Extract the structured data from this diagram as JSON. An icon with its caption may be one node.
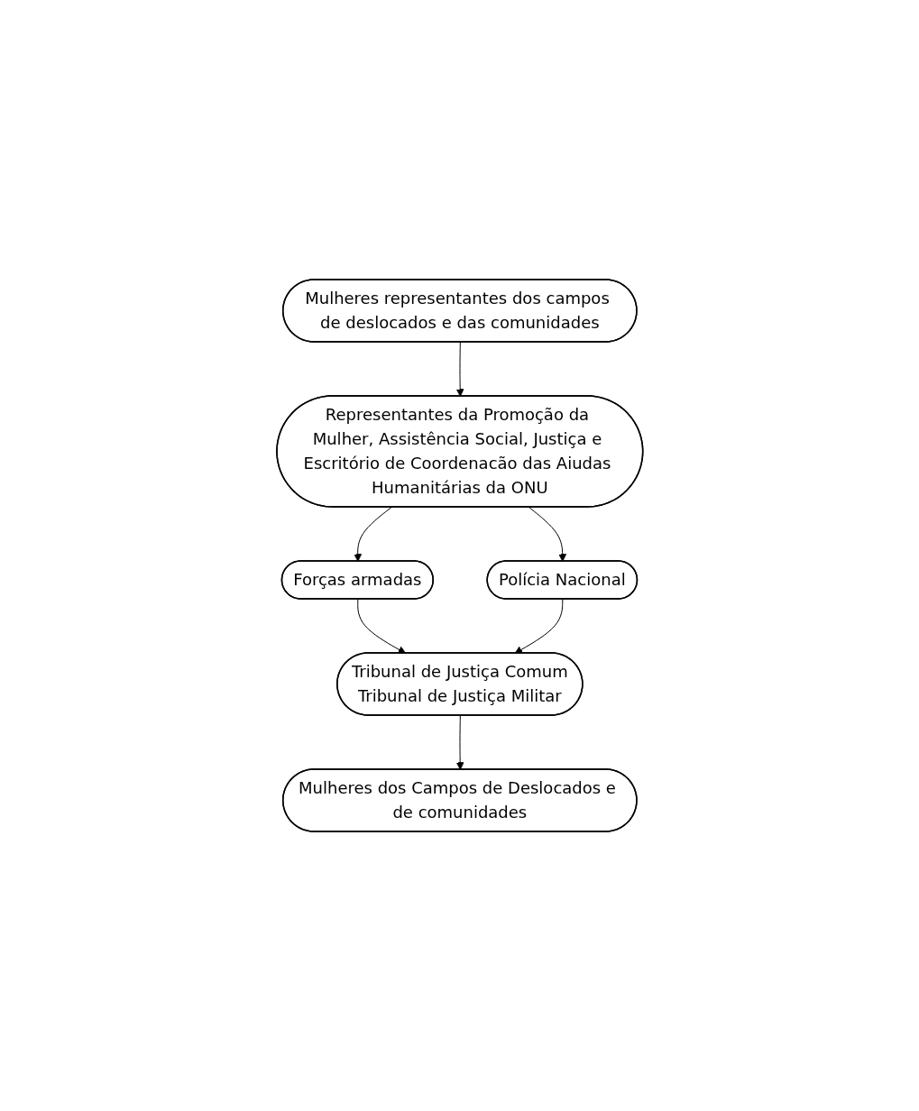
{
  "diagram": {
    "nodes": [
      {
        "text": [
          "Mulheres representantes dos campos de deslocados e das comunidades"
        ]
      },
      {
        "text": [
          "Representantes da Promoção da Mulher, Assistência Social, Justiça e Escritório de Coordenacão das Aiudas Humanitárias da ONU"
        ]
      },
      {
        "text": [
          "Forças armadas"
        ]
      },
      {
        "text": [
          "Polícia Nacional"
        ]
      },
      {
        "text": [
          "Tribunal de Justiça Comum",
          "Tribunal de Justiça Militar"
        ]
      },
      {
        "text": [
          "Mulheres dos Campos de Deslocados e de comunidades"
        ]
      }
    ],
    "edges": [
      {
        "from": 0,
        "to": 1,
        "arrow": "to"
      },
      {
        "from": 1,
        "to": 2,
        "arrow": "to"
      },
      {
        "from": 1,
        "to": 3,
        "arrow": "to"
      },
      {
        "from": 2,
        "to": 4,
        "arrow": "to"
      },
      {
        "from": 3,
        "to": 4,
        "arrow": "to"
      },
      {
        "from": 4,
        "to": 5,
        "arrow": "to"
      }
    ]
  }
}
